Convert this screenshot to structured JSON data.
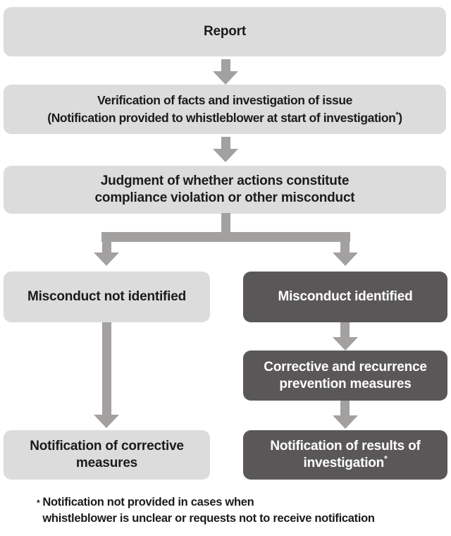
{
  "colors": {
    "background": "#ffffff",
    "light_box": "#dcdcdc",
    "dark_box": "#5a5758",
    "arrow": "#a3a0a0",
    "text_dark": "#1b1b1b",
    "text_light": "#ffffff"
  },
  "flowchart": {
    "report": {
      "label": "Report"
    },
    "verification": {
      "line1": "Verification of facts and investigation of issue",
      "line2_pre": "(Notification provided to whistleblower at start of investigation",
      "line2_sup": "*",
      "line2_post": ")"
    },
    "judgment": {
      "line1": "Judgment of whether actions constitute",
      "line2": "compliance violation or other misconduct"
    },
    "misconduct_not_identified": {
      "label": "Misconduct not identified"
    },
    "misconduct_identified": {
      "label": "Misconduct identified"
    },
    "corrective_measures": {
      "line1": "Corrective and recurrence",
      "line2": "prevention measures"
    },
    "notification_corrective": {
      "line1": "Notification of corrective",
      "line2": "measures"
    },
    "notification_results": {
      "line1": "Notification of results of",
      "line2_pre": "investigation",
      "line2_sup": "*"
    },
    "footnote": {
      "sup": "*",
      "line1": "Notification not provided in cases when",
      "line2": "whistleblower is unclear or requests not to receive notification"
    }
  }
}
